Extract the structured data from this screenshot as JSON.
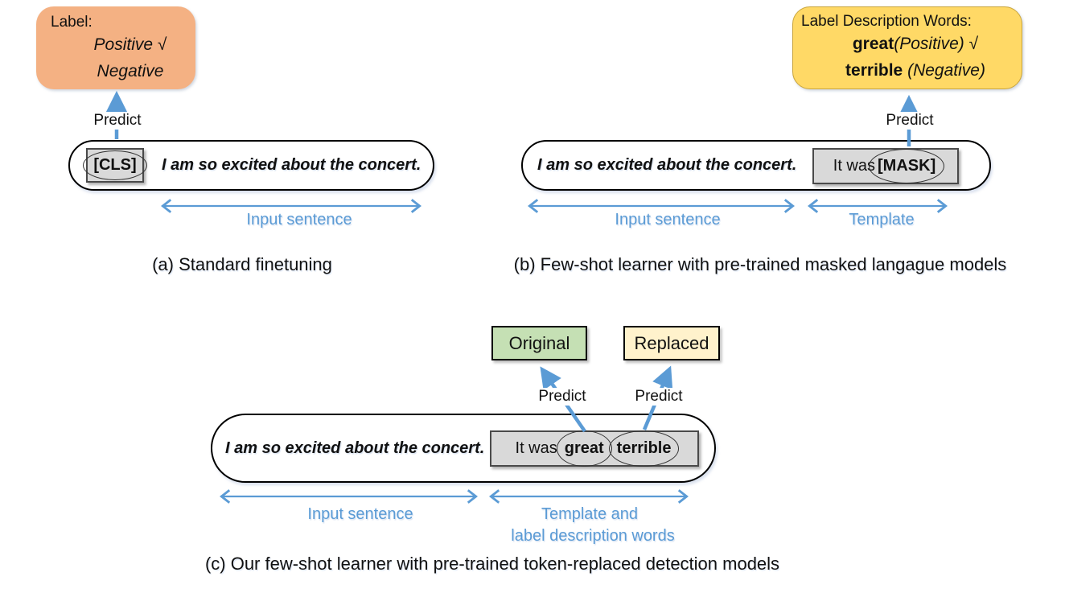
{
  "colors": {
    "label_box_a_bg": "#F4B183",
    "label_box_b_bg": "#FFD966",
    "original_bg": "#C5E0B4",
    "replaced_bg": "#FFF2CC",
    "token_box_bg": "#D9D9D9",
    "arrow_blue": "#5B9BD5"
  },
  "panel_a": {
    "label_box": {
      "title": "Label:",
      "option1": "Positive",
      "option1_check": "  √",
      "option2": "Negative"
    },
    "predict_label": "Predict",
    "cls_token": "[CLS]",
    "sentence": "I am so excited about the concert.",
    "input_arrow_label": "Input sentence",
    "caption": "(a) Standard finetuning"
  },
  "panel_b": {
    "label_box": {
      "title": "Label Description Words:",
      "word1": "great",
      "word1_paren": "(Positive)",
      "word1_check": "  √",
      "word2": "terrible",
      "word2_paren": " (Negative)"
    },
    "predict_label": "Predict",
    "sentence": "I am so excited about the concert.",
    "template_prefix": "It was ",
    "mask_token": "[MASK]",
    "input_arrow_label": "Input sentence",
    "template_arrow_label": "Template",
    "caption": "(b) Few-shot learner with pre-trained masked langague models"
  },
  "panel_c": {
    "original_label": "Original",
    "replaced_label": "Replaced",
    "predict_label_left": "Predict",
    "predict_label_right": "Predict",
    "sentence": "I am so excited about the concert.",
    "template_prefix": "It was",
    "token1": "great",
    "token2": "terrible",
    "input_arrow_label": "Input sentence",
    "template_arrow_label_line1": "Template and",
    "template_arrow_label_line2": "label description words",
    "caption": "(c) Our few-shot learner with pre-trained token-replaced detection models"
  }
}
